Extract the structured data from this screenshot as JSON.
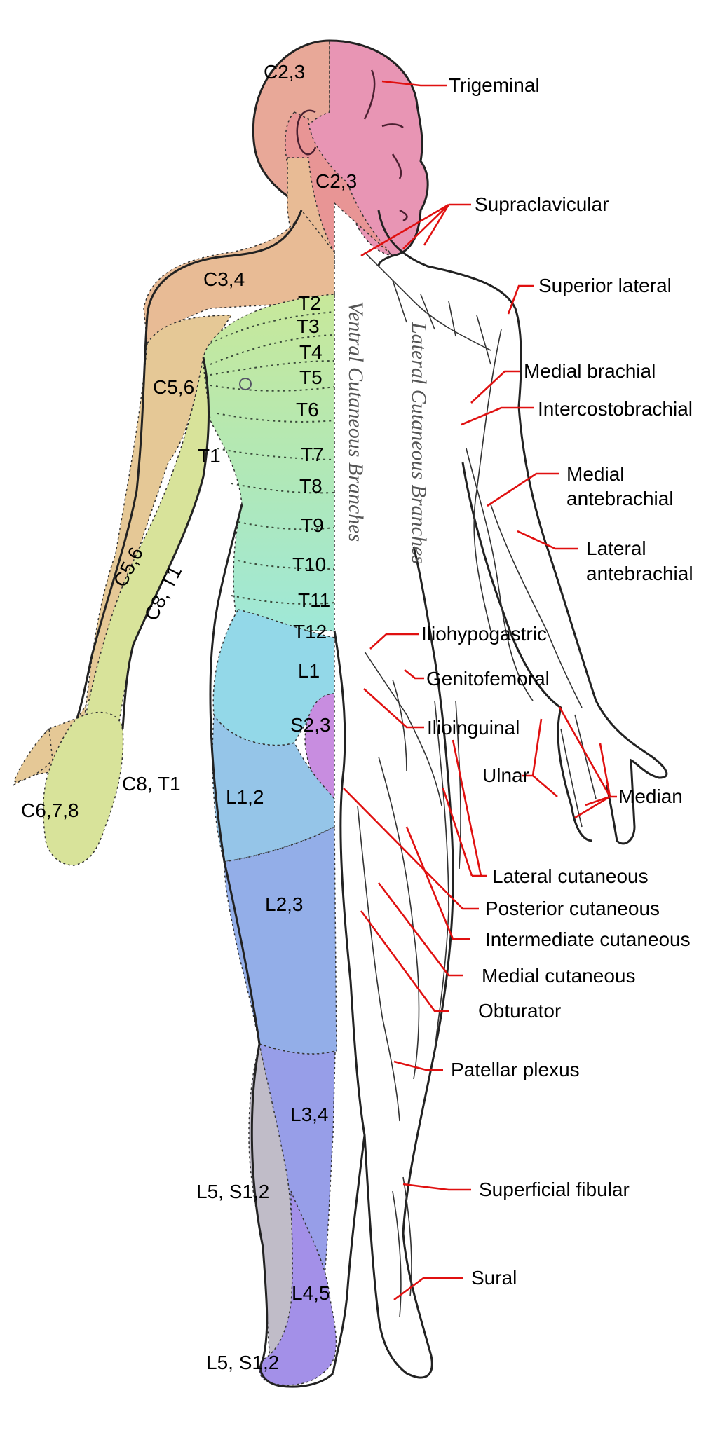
{
  "colors": {
    "trigeminal": "#e895b4",
    "c23_head": "#e8a898",
    "c23_neck": "#e89595",
    "c34": "#e8bb95",
    "c56": "#e5c896",
    "c8t1": "#d8e39a",
    "t_upper": "#c8e89a",
    "t_lower": "#9fe8d8",
    "l1": "#93d8e8",
    "l12": "#95c5e8",
    "l23": "#93aee8",
    "l34": "#979ee8",
    "l45": "#a390e8",
    "s23": "#c88de0",
    "l5s12": "#c0bcc8",
    "leader": "#e01010"
  },
  "dermatome_labels": {
    "c23_head": "C2,3",
    "c23_neck": "C2,3",
    "c34": "C3,4",
    "c56_shoulder": "C5,6",
    "t1": "T1",
    "c56_arm": "C5,6",
    "c8t1_arm": "C8, T1",
    "c8t1_hand": "C8, T1",
    "c678": "C6,7,8",
    "t2": "T2",
    "t3": "T3",
    "t4": "T4",
    "t5": "T5",
    "t6": "T6",
    "t7": "T7",
    "t8": "T8",
    "t9": "T9",
    "t10": "T10",
    "t11": "T11",
    "t12": "T12",
    "l1": "L1",
    "s23": "S2,3",
    "l12": "L1,2",
    "l23": "L2,3",
    "l34": "L3,4",
    "l5s12_upper": "L5, S1,2",
    "l45": "L4,5",
    "l5s12_lower": "L5, S1,2"
  },
  "nerve_labels": {
    "trigeminal": "Trigeminal",
    "supraclavicular": "Supraclavicular",
    "superior_lateral": "Superior lateral",
    "medial_brachial": "Medial brachial",
    "intercostobrachial": "Intercostobrachial",
    "medial_antebrachial_1": "Medial",
    "medial_antebrachial_2": "antebrachial",
    "lateral_antebrachial_1": "Lateral",
    "lateral_antebrachial_2": "antebrachial",
    "iliohypogastric": "Iliohypogastric",
    "genitofemoral": "Genitofemoral",
    "ilioinguinal": "Ilioinguinal",
    "ulnar": "Ulnar",
    "median": "Median",
    "lateral_cutaneous": "Lateral cutaneous",
    "posterior_cutaneous": "Posterior cutaneous",
    "intermediate_cutaneous": "Intermediate cutaneous",
    "medial_cutaneous": "Medial cutaneous",
    "obturator": "Obturator",
    "patellar_plexus": "Patellar plexus",
    "superficial_fibular": "Superficial fibular",
    "sural": "Sural"
  },
  "engraved_text": {
    "ventral": "Ventral Cutaneous Branches",
    "lateral": "Lateral Cutaneous Branches"
  }
}
